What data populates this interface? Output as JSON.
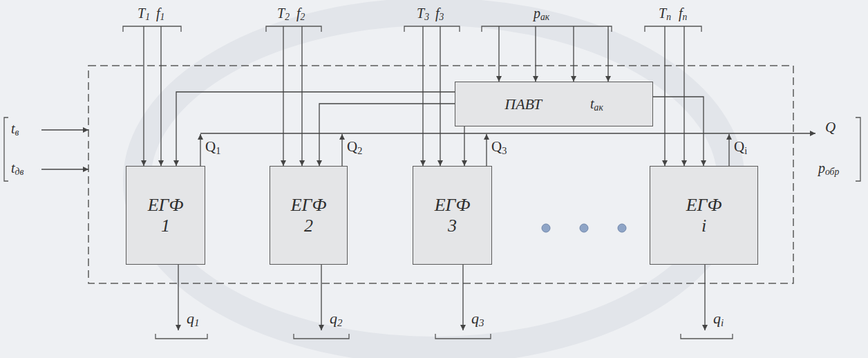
{
  "diagram": {
    "nodes": [
      {
        "text": [
          "ПАВТ",
          "tак"
        ]
      },
      {
        "text": [
          "ЕГФ 1"
        ]
      },
      {
        "text": [
          "ЕГФ 2"
        ]
      },
      {
        "text": [
          "ЕГФ 3"
        ]
      },
      {
        "text": [
          "ЕГФ i"
        ]
      }
    ],
    "edges": [
      {
        "from": 0,
        "to": 1,
        "arrow": "to"
      },
      {
        "from": 0,
        "to": 2,
        "arrow": "to"
      },
      {
        "from": 0,
        "to": 3,
        "arrow": "to"
      },
      {
        "from": 0,
        "to": 4,
        "arrow": "to"
      }
    ],
    "labels": [
      "T1",
      "f1",
      "T2",
      "f2",
      "T3",
      "f3",
      "pак",
      "Tn",
      "fn",
      "tв",
      "tдв",
      "Q",
      "pобр",
      "Q1",
      "Q2",
      "Q3",
      "Qi",
      "q1",
      "q2",
      "q3",
      "qi"
    ]
  }
}
